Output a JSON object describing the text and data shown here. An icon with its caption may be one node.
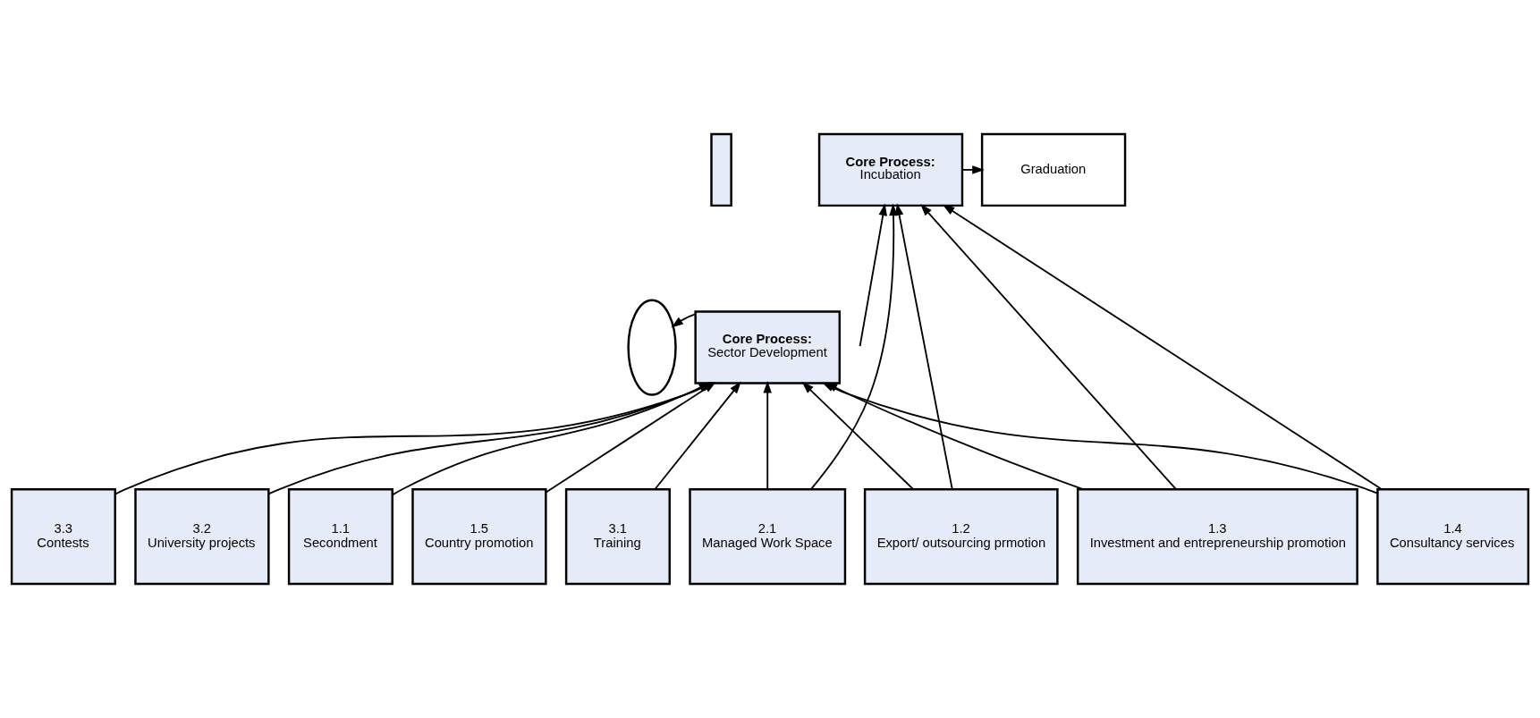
{
  "diagram": {
    "nodes": [
      {
        "text": [],
        "shape": "bar"
      },
      {
        "text": [
          "Core Process:",
          "Incubation"
        ]
      },
      {
        "text": [
          "Graduation"
        ]
      },
      {
        "text": [],
        "shape": "circle"
      },
      {
        "text": [
          "Core Process:",
          "Sector Development"
        ]
      },
      {
        "text": [
          "3.3",
          "Contests"
        ]
      },
      {
        "text": [
          "3.2",
          "University projects"
        ]
      },
      {
        "text": [
          "1.1",
          "Secondment"
        ]
      },
      {
        "text": [
          "1.5",
          "Country promotion"
        ]
      },
      {
        "text": [
          "3.1",
          "Training"
        ]
      },
      {
        "text": [
          "2.1",
          "Managed Work Space"
        ]
      },
      {
        "text": [
          "1.2",
          "Export/ outsourcing prmotion"
        ]
      },
      {
        "text": [
          "1.3",
          "Investment and entrepreneurship promotion"
        ]
      },
      {
        "text": [
          "1.4",
          "Consultancy services"
        ]
      }
    ],
    "edges": [
      {
        "from": null,
        "to": 1,
        "arrow": "to"
      },
      {
        "from": 1,
        "to": 2,
        "arrow": "to"
      },
      {
        "from": 4,
        "to": 3,
        "arrow": "to"
      },
      {
        "from": 5,
        "to": 4,
        "arrow": "to"
      },
      {
        "from": 6,
        "to": 4,
        "arrow": "to"
      },
      {
        "from": 7,
        "to": 4,
        "arrow": "to"
      },
      {
        "from": 8,
        "to": 4,
        "arrow": "to"
      },
      {
        "from": 9,
        "to": 4,
        "arrow": "to"
      },
      {
        "from": 10,
        "to": 4,
        "arrow": "to"
      },
      {
        "from": 10,
        "to": 1,
        "arrow": "to"
      },
      {
        "from": 11,
        "to": 4,
        "arrow": "to"
      },
      {
        "from": 11,
        "to": 1,
        "arrow": "to"
      },
      {
        "from": 12,
        "to": 4,
        "arrow": "to"
      },
      {
        "from": 12,
        "to": 1,
        "arrow": "to"
      },
      {
        "from": 13,
        "to": 4,
        "arrow": "to"
      },
      {
        "from": 13,
        "to": 1,
        "arrow": "to"
      }
    ]
  }
}
